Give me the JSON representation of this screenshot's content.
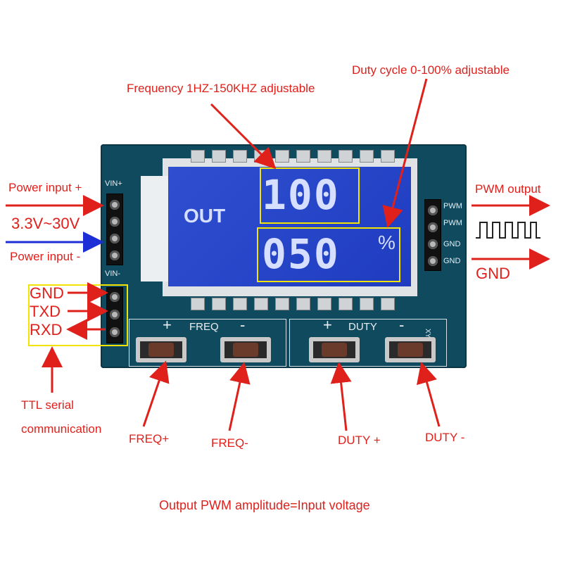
{
  "labels": {
    "frequency": "Frequency 1HZ-150KHZ adjustable",
    "duty_cycle": "Duty cycle 0-100% adjustable",
    "power_plus": "Power input +",
    "voltage": "3.3V~30V",
    "power_minus": "Power input -",
    "gnd_serial": "GND",
    "txd": "TXD",
    "rxd": "RXD",
    "ttl_line1": "TTL serial",
    "ttl_line2": "communication",
    "pwm_output": "PWM output",
    "gnd_out": "GND",
    "freq_plus": "FREQ+",
    "freq_minus": "FREQ-",
    "duty_plus": "DUTY +",
    "duty_minus": "DUTY -",
    "footer": "Output PWM amplitude=Input voltage"
  },
  "board": {
    "vin_plus": "VIN+",
    "vin_minus": "VIN-",
    "pwm1": "PWM",
    "pwm2": "PWM",
    "gnd1": "GND",
    "gnd2": "GND",
    "freq_section": "FREQ",
    "duty_section": "DUTY",
    "plus": "+",
    "minus": "-",
    "model": "XY-LPWM"
  },
  "lcd": {
    "out": "OUT",
    "top_value": "100",
    "bottom_value": "050",
    "unit": "%"
  },
  "colors": {
    "label_red": "#e0201b",
    "label_blue": "#1c2fd6",
    "board": "#0f4a5e",
    "lcd": "#2f4fd0",
    "highlight": "#f2e400"
  }
}
